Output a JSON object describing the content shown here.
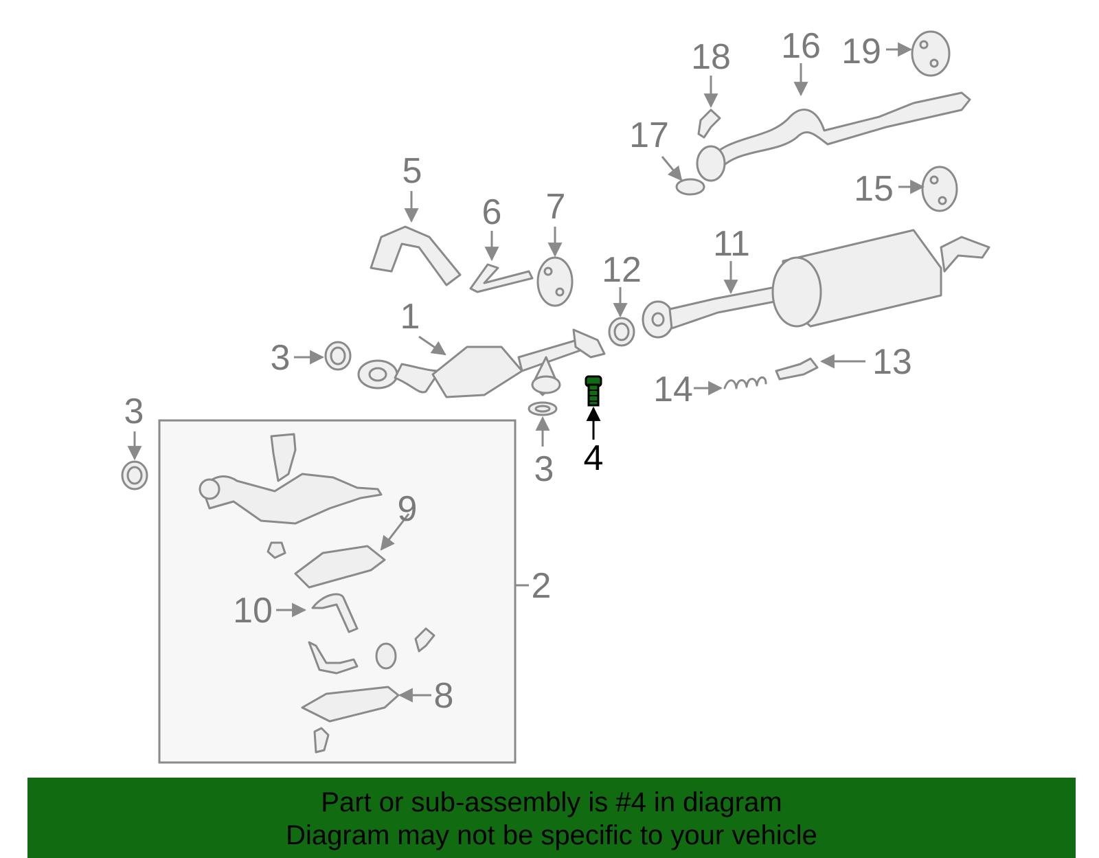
{
  "callouts": {
    "c1": "1",
    "c2": "2",
    "c3a": "3",
    "c3b": "3",
    "c3c": "3",
    "c4": "4",
    "c5": "5",
    "c6": "6",
    "c7": "7",
    "c8": "8",
    "c9": "9",
    "c10": "10",
    "c11": "11",
    "c12": "12",
    "c13": "13",
    "c14": "14",
    "c15": "15",
    "c16": "16",
    "c17": "17",
    "c18": "18",
    "c19": "19"
  },
  "highlight": {
    "part": "4",
    "color": "#116b11"
  },
  "colors": {
    "line": "#8a8a8a",
    "text": "#7a7a7a",
    "banner": "#116b11",
    "panel": "#f7f7f7"
  },
  "banner": {
    "line1": "Part or sub-assembly is #4 in diagram",
    "line2": "Diagram may not be specific to your vehicle"
  }
}
